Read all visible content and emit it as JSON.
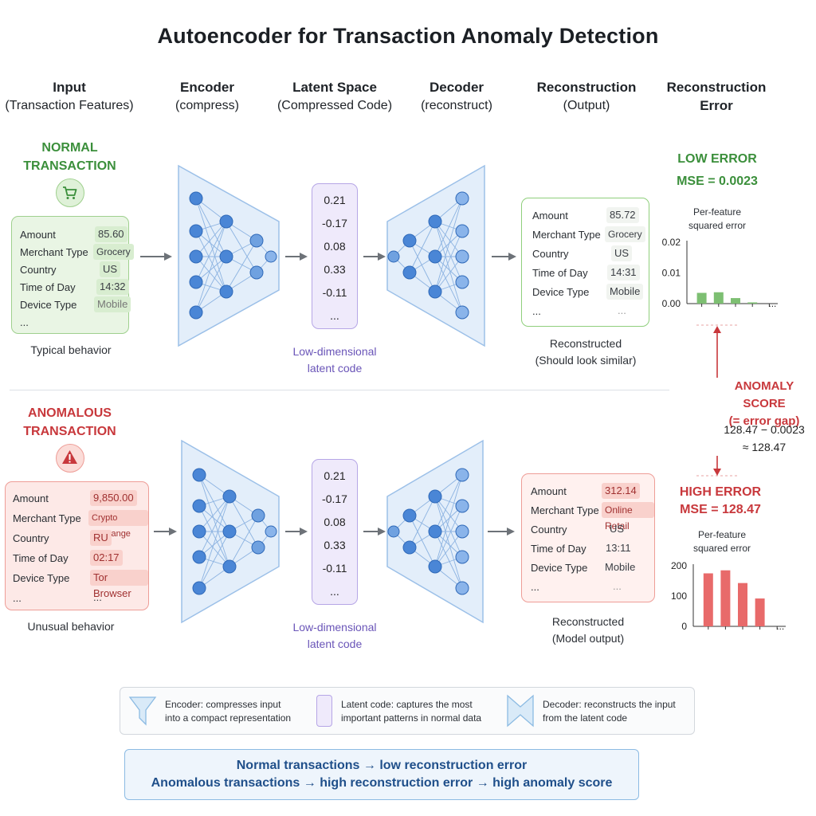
{
  "title": "Autoencoder for Transaction Anomaly Detection",
  "columns": [
    {
      "name": "Input",
      "sub": "(Transaction Features)"
    },
    {
      "name": "Encoder",
      "sub": "(compress)"
    },
    {
      "name": "Latent Space",
      "sub": "(Compressed Code)"
    },
    {
      "name": "Decoder",
      "sub": "(reconstruct)"
    },
    {
      "name": "Reconstruction",
      "sub": "(Output)"
    },
    {
      "name": "Reconstruction",
      "sub": "Error"
    }
  ],
  "normal": {
    "label_line1": "NORMAL",
    "label_line2": "TRANSACTION",
    "icon": "shopping-cart-icon",
    "input_rows": [
      {
        "key": "Amount",
        "value": "85.60"
      },
      {
        "key": "Merchant Type",
        "value": "Grocery"
      },
      {
        "key": "Country",
        "value": "US"
      },
      {
        "key": "Time of Day",
        "value": "14:32"
      },
      {
        "key": "Device Type",
        "value": "Mobile"
      },
      {
        "key": "...",
        "value": ""
      }
    ],
    "input_caption": "Typical behavior",
    "latent": [
      "0.21",
      "-0.17",
      "0.08",
      "0.33",
      "-0.11",
      "..."
    ],
    "latent_caption_line1": "Low-dimensional",
    "latent_caption_line2": "latent code",
    "recon_rows": [
      {
        "key": "Amount",
        "value": "85.72"
      },
      {
        "key": "Merchant Type",
        "value": "Grocery"
      },
      {
        "key": "Country",
        "value": "US"
      },
      {
        "key": "Time of Day",
        "value": "14:31"
      },
      {
        "key": "Device Type",
        "value": "Mobile"
      },
      {
        "key": "...",
        "value": "..."
      }
    ],
    "recon_caption_line1": "Reconstructed",
    "recon_caption_line2": "(Should look similar)",
    "error_label": "LOW ERROR",
    "mse": "MSE = 0.0023",
    "chart_title_line1": "Per-feature",
    "chart_title_line2": "squared error"
  },
  "anomalous": {
    "label_line1": "ANOMALOUS",
    "label_line2": "TRANSACTION",
    "icon": "warning-icon",
    "input_rows": [
      {
        "key": "Amount",
        "value": "9,850.00"
      },
      {
        "key": "Merchant Type",
        "value": "Crypto Exchange"
      },
      {
        "key": "Country",
        "value": "RU"
      },
      {
        "key": "Time of Day",
        "value": "02:17"
      },
      {
        "key": "Device Type",
        "value": "Tor Browser"
      },
      {
        "key": "...",
        "value": "..."
      }
    ],
    "input_caption": "Unusual behavior",
    "latent": [
      "0.21",
      "-0.17",
      "0.08",
      "0.33",
      "-0.11",
      "..."
    ],
    "latent_caption_line1": "Low-dimensional",
    "latent_caption_line2": "latent code",
    "recon_rows": [
      {
        "key": "Amount",
        "value": "312.14"
      },
      {
        "key": "Merchant Type",
        "value": "Online Retail"
      },
      {
        "key": "Country",
        "value": "US"
      },
      {
        "key": "Time of Day",
        "value": "13:11"
      },
      {
        "key": "Device Type",
        "value": "Mobile"
      },
      {
        "key": "...",
        "value": "..."
      }
    ],
    "recon_caption_line1": "Reconstructed",
    "recon_caption_line2": "(Model output)",
    "error_label": "HIGH ERROR",
    "mse": "MSE = 128.47",
    "chart_title_line1": "Per-feature",
    "chart_title_line2": "squared error"
  },
  "anomaly_score": {
    "line1": "ANOMALY SCORE",
    "line2": "(= error gap)",
    "calc_line1": "128.47 − 0.0023",
    "calc_line2": "≈ 128.47"
  },
  "legend": {
    "encoder_line1": "Encoder: compresses input",
    "encoder_line2": "into a compact representation",
    "latent_line1": "Latent code: captures the most",
    "latent_line2": "important patterns in normal data",
    "decoder_line1": "Decoder: reconstructs the input",
    "decoder_line2": "from the latent code"
  },
  "summary": {
    "line1": "Normal transactions → low reconstruction error",
    "line2": "Anomalous transactions → high reconstruction error → high anomaly score"
  },
  "colors": {
    "normal": "#3b8f3b",
    "anomalous": "#c8383c",
    "latent": "#6a55b8",
    "network_fill": "#e3eefa",
    "node": "#4a86d6",
    "normal_bar": "#7dbf72",
    "anomalous_bar": "#e86a6a"
  },
  "chart_data": [
    {
      "type": "bar",
      "title": "Per-feature squared error",
      "categories": [
        "",
        "",
        "",
        "",
        "..."
      ],
      "values": [
        0.0035,
        0.0037,
        0.0018,
        0.0004
      ],
      "yticks": [
        "0.00",
        "0.01",
        "0.02"
      ],
      "ylim": [
        0,
        0.02
      ]
    },
    {
      "type": "bar",
      "title": "Per-feature squared error",
      "categories": [
        "",
        "",
        "",
        "",
        "..."
      ],
      "values": [
        175,
        185,
        143,
        92
      ],
      "yticks": [
        "0",
        "100",
        "200"
      ],
      "ylim": [
        0,
        200
      ]
    }
  ]
}
